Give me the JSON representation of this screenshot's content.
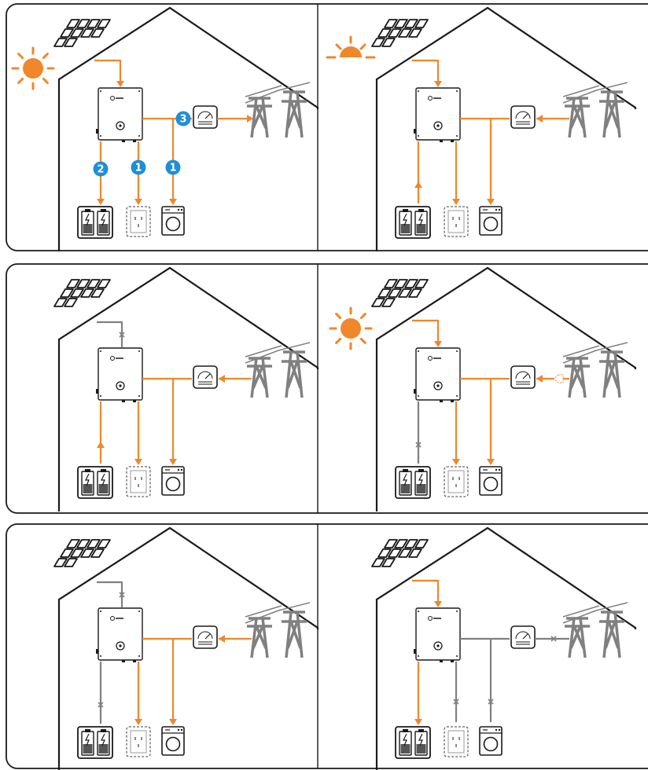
{
  "colors": {
    "orange": "#F0872A",
    "gray": "#808080",
    "outline": "#1a1a1a",
    "badge": "#1E8FD6",
    "sun": "#F0872A"
  },
  "icons": [
    "sun-icon",
    "solar-panel-icon",
    "inverter-icon",
    "meter-icon",
    "power-tower-icon",
    "battery-icon",
    "socket-icon",
    "washing-machine-icon",
    "cross-mark-icon"
  ],
  "scenarios": [
    {
      "sun": "full",
      "pv_in": true,
      "battery_flow": "charge",
      "load_flow": true,
      "appliance_flow": true,
      "grid_flow": "export",
      "badges": {
        "battery": "2",
        "load": "1",
        "appliance": "1",
        "grid": "3"
      }
    },
    {
      "sun": "half",
      "pv_in": true,
      "battery_flow": "discharge",
      "load_flow": true,
      "appliance_flow": true,
      "grid_flow": "import",
      "badges": {}
    },
    {
      "sun": "none",
      "pv_in": false,
      "battery_flow": "discharge",
      "load_flow": true,
      "appliance_flow": true,
      "grid_flow": "import",
      "badges": {}
    },
    {
      "sun": "full",
      "pv_in": true,
      "battery_flow": "off",
      "load_flow": true,
      "appliance_flow": true,
      "grid_flow": "import-dashed",
      "badges": {}
    },
    {
      "sun": "none",
      "pv_in": false,
      "battery_flow": "off",
      "load_flow": true,
      "appliance_flow": true,
      "grid_flow": "import",
      "badges": {}
    },
    {
      "sun": "none",
      "pv_in": true,
      "battery_flow": "charge",
      "load_flow": false,
      "appliance_flow": false,
      "grid_flow": "off",
      "badges": {}
    }
  ]
}
